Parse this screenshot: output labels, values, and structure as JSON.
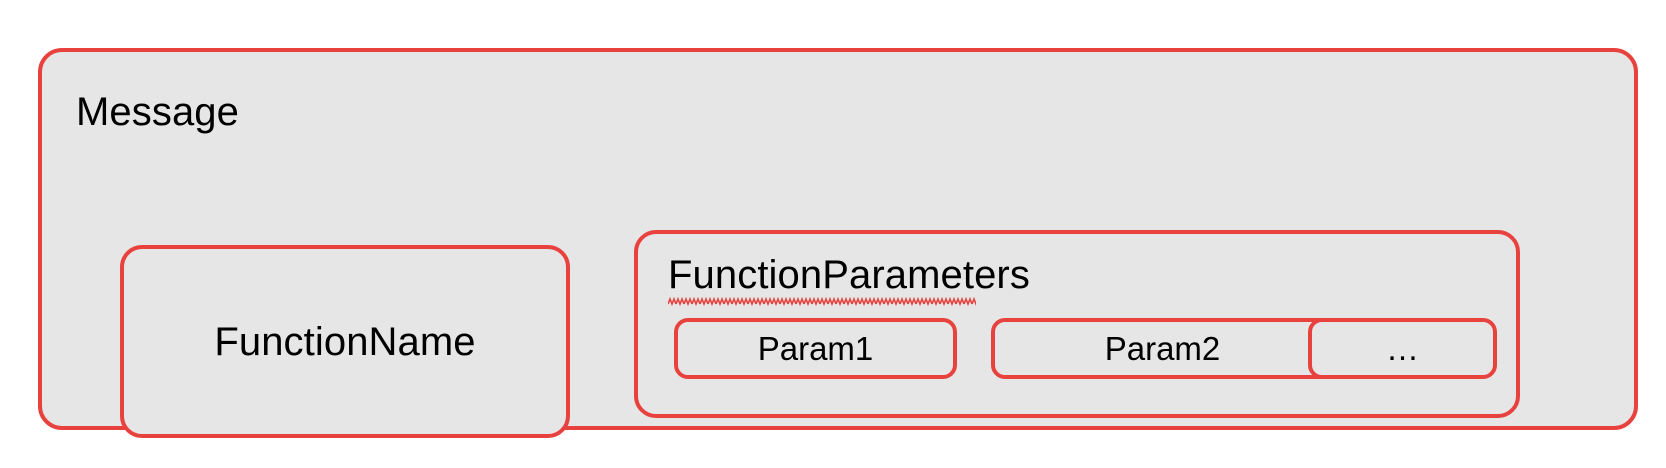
{
  "diagram": {
    "type": "nested-box-diagram",
    "page_background": "#ffffff",
    "box_fill": "#e6e6e6",
    "stroke_color": "#e8423f",
    "text_color": "#000000",
    "message": {
      "label": "Message",
      "children": {
        "function_name": {
          "label": "FunctionName"
        },
        "function_parameters": {
          "label": "FunctionParameters",
          "spellcheck_underline": true,
          "params": [
            {
              "label": "Param1"
            },
            {
              "label": "Param2"
            },
            {
              "label": "…"
            }
          ]
        }
      }
    }
  }
}
